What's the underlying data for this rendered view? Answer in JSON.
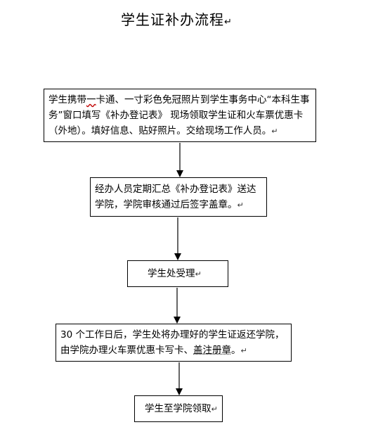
{
  "title": "学生证补办流程",
  "paragraph_mark": "↵",
  "steps": [
    {
      "segments": [
        {
          "t": "学生携带"
        },
        {
          "t": "一",
          "u": "wavy"
        },
        {
          "t": "卡通、一寸彩色免冠照片到学生事务中心“本科生事务”窗口填写《补办登记表》 现场领取学生证和火车票优惠卡（外地）。填好信息、贴好照片。交给现场工作人员。"
        }
      ]
    },
    {
      "segments": [
        {
          "t": "经办人员定期汇总《补办登记表》送达学院，学院审核通过后签字盖章。"
        }
      ]
    },
    {
      "segments": [
        {
          "t": "学生处受理"
        }
      ]
    },
    {
      "segments": [
        {
          "t": "30 个工作日后，学生处将办理好的学生证返还学院，由学院办理火车票优惠卡写卡、"
        },
        {
          "t": "盖注册章",
          "u": "dot"
        },
        {
          "t": "。"
        }
      ]
    },
    {
      "segments": [
        {
          "t": "学生至学院领取"
        }
      ]
    }
  ]
}
